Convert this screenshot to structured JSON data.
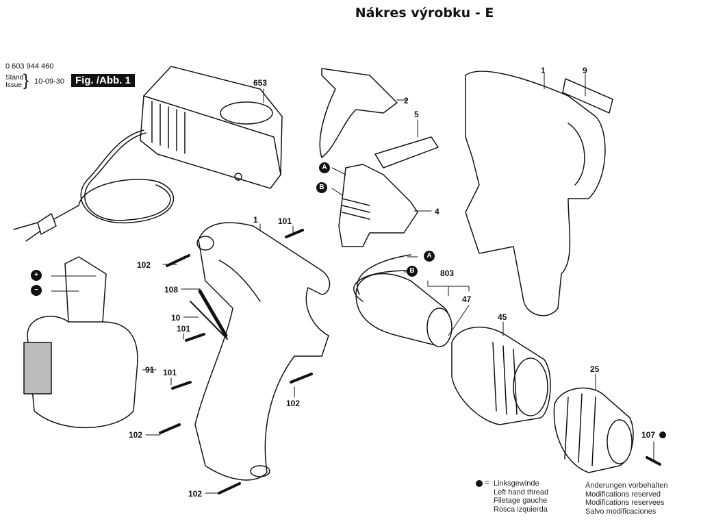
{
  "header": {
    "title": "Nákres výrobku - E",
    "doc_number": "0 603 944 460",
    "stand_label": "Stand",
    "issue_label": "Issue",
    "issue_date": "10-09-30",
    "figure_label": "Fig. /Abb. 1"
  },
  "parts": {
    "charger": "653",
    "battery": "91",
    "housing_left": "1",
    "housing_right": "1",
    "nameplate": "9",
    "cover": "2",
    "switch_plate": "5",
    "switch": "4",
    "motor": "803",
    "pinion": "47",
    "gearbox": "45",
    "chuck": "25",
    "chuck_screw": "107",
    "screw_101_a": "101",
    "screw_101_b": "101",
    "screw_101_c": "101",
    "screw_102_a": "102",
    "screw_102_b": "102",
    "screw_102_c": "102",
    "screw_102_d": "102",
    "bit": "108",
    "bit_holder": "10"
  },
  "callouts": {
    "switch_a": "A",
    "switch_b": "B",
    "motor_a": "A",
    "motor_b": "B",
    "battery_plus": "+",
    "battery_minus": "−"
  },
  "legend": {
    "symbol": "=",
    "thread_lines": [
      "Linksgewinde",
      "Left hand thread",
      "Filetage gauche",
      "Rosca izquierda"
    ],
    "modification_lines": [
      "Änderungen vorbehalten",
      "Modifications reserved",
      "Modifications reservees",
      "Salvo modificaciones"
    ]
  }
}
